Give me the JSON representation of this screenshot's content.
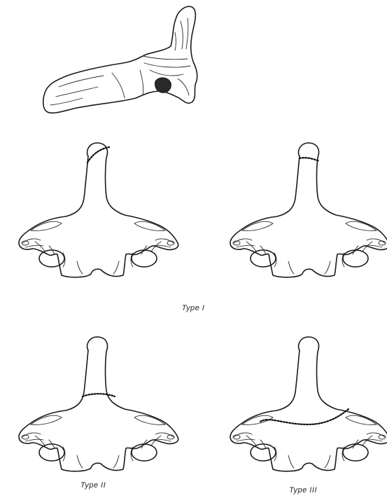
{
  "captions": {
    "type_i": "Type I",
    "type_ii": "Type II",
    "type_iii": "Type III"
  },
  "colors": {
    "ink": "#1a1a1a",
    "background": "#ffffff"
  }
}
